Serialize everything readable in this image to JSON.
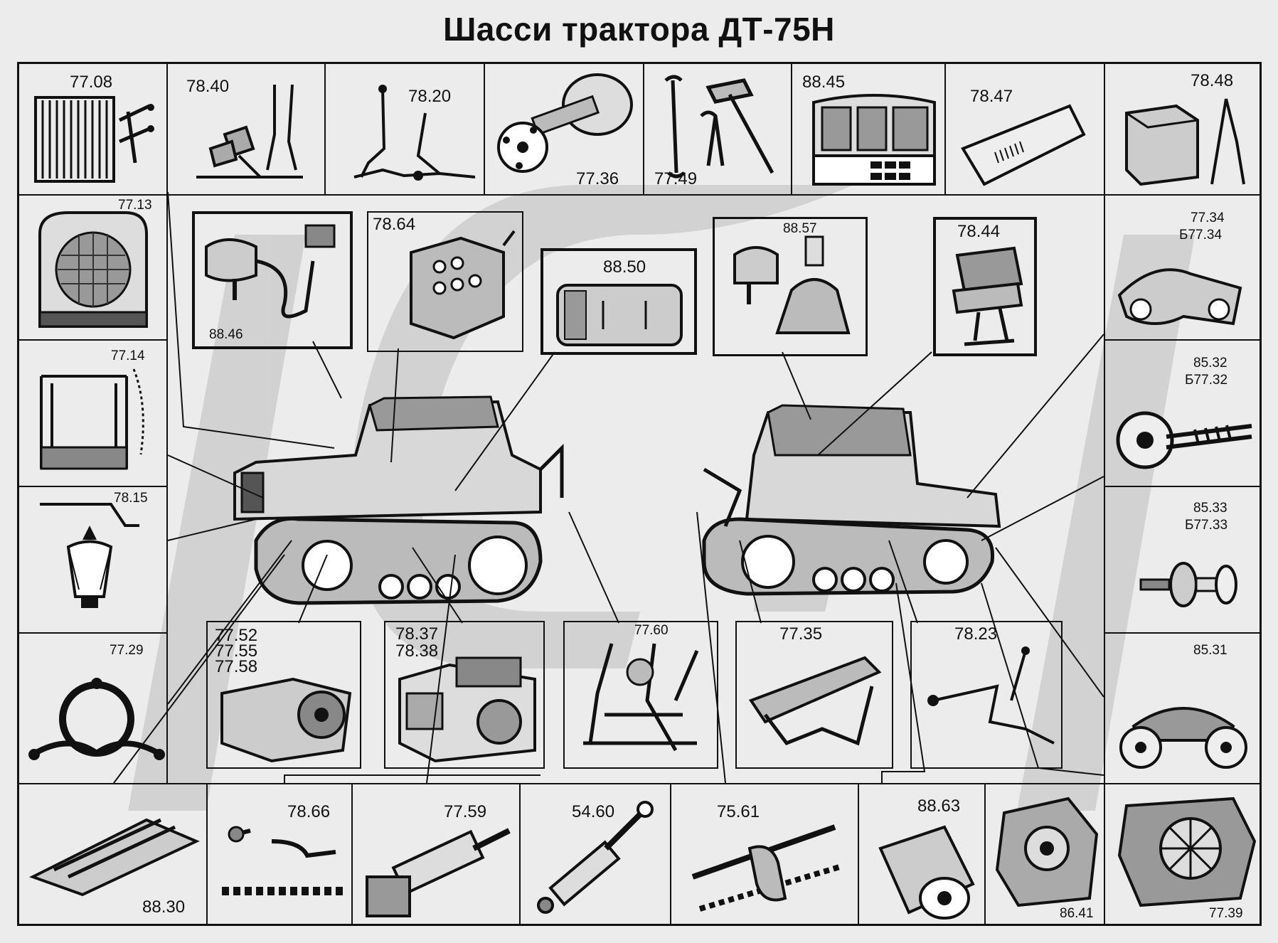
{
  "title": "Шасси трактора ДТ-75Н",
  "top_row": [
    {
      "id": "c1",
      "labels": [
        "77.08"
      ]
    },
    {
      "id": "c2",
      "labels": [
        "78.40"
      ]
    },
    {
      "id": "c3",
      "labels": [
        "78.20"
      ]
    },
    {
      "id": "c4",
      "labels": [
        "77.36"
      ]
    },
    {
      "id": "c5",
      "labels": [
        "77.49"
      ]
    },
    {
      "id": "c6",
      "labels": [
        "88.45"
      ]
    },
    {
      "id": "c7",
      "labels": [
        "78.47"
      ]
    },
    {
      "id": "c8",
      "labels": [
        "78.48"
      ]
    }
  ],
  "left_col": [
    {
      "id": "l1",
      "labels": [
        "77.13"
      ]
    },
    {
      "id": "l2",
      "labels": [
        "77.14"
      ]
    },
    {
      "id": "l3",
      "labels": [
        "78.15"
      ]
    },
    {
      "id": "l4",
      "labels": [
        "77.29"
      ]
    }
  ],
  "right_col": [
    {
      "id": "r1",
      "labels": [
        "77.34",
        "Б77.34"
      ]
    },
    {
      "id": "r2",
      "labels": [
        "85.32",
        "Б77.32"
      ]
    },
    {
      "id": "r3",
      "labels": [
        "85.33",
        "Б77.33"
      ]
    },
    {
      "id": "r4",
      "labels": [
        "85.31"
      ]
    }
  ],
  "inner_upper": [
    {
      "id": "u1",
      "labels": [
        "88.46"
      ]
    },
    {
      "id": "u2",
      "labels": [
        "78.64"
      ]
    },
    {
      "id": "u3",
      "labels": [
        "88.50"
      ]
    },
    {
      "id": "u4",
      "labels": [
        "88.57"
      ]
    },
    {
      "id": "u5",
      "labels": [
        "78.44"
      ]
    }
  ],
  "inner_lower": [
    {
      "id": "m1",
      "labels": [
        "77.52",
        "77.55",
        "77.58"
      ]
    },
    {
      "id": "m2",
      "labels": [
        "78.37",
        "78.38"
      ]
    },
    {
      "id": "m3",
      "labels": [
        "77.60"
      ]
    },
    {
      "id": "m4",
      "labels": [
        "77.35"
      ]
    },
    {
      "id": "m5",
      "labels": [
        "78.23"
      ]
    }
  ],
  "bottom_row": [
    {
      "id": "b1",
      "labels": [
        "88.30"
      ]
    },
    {
      "id": "b2",
      "labels": [
        "78.66"
      ]
    },
    {
      "id": "b3",
      "labels": [
        "77.59"
      ]
    },
    {
      "id": "b4",
      "labels": [
        "54.60"
      ]
    },
    {
      "id": "b5",
      "labels": [
        "75.61"
      ]
    },
    {
      "id": "b6",
      "labels": [
        "88.63"
      ]
    },
    {
      "id": "b7",
      "labels": [
        "86.41"
      ]
    },
    {
      "id": "b8",
      "labels": [
        "77.39"
      ]
    }
  ],
  "icons": {
    "radiator": "radiator-icon",
    "pedals": "pedal-assembly-icon",
    "levers": "control-levers-icon",
    "driveshaft": "driveshaft-icon",
    "tools": "tools-icon",
    "cab": "cab-icon",
    "plate": "plate-icon",
    "battery": "battery-icon",
    "tractor": "tractor-icon"
  },
  "colors": {
    "background": "#ececec",
    "line": "#111111",
    "watermark": "#c9c9c9"
  }
}
